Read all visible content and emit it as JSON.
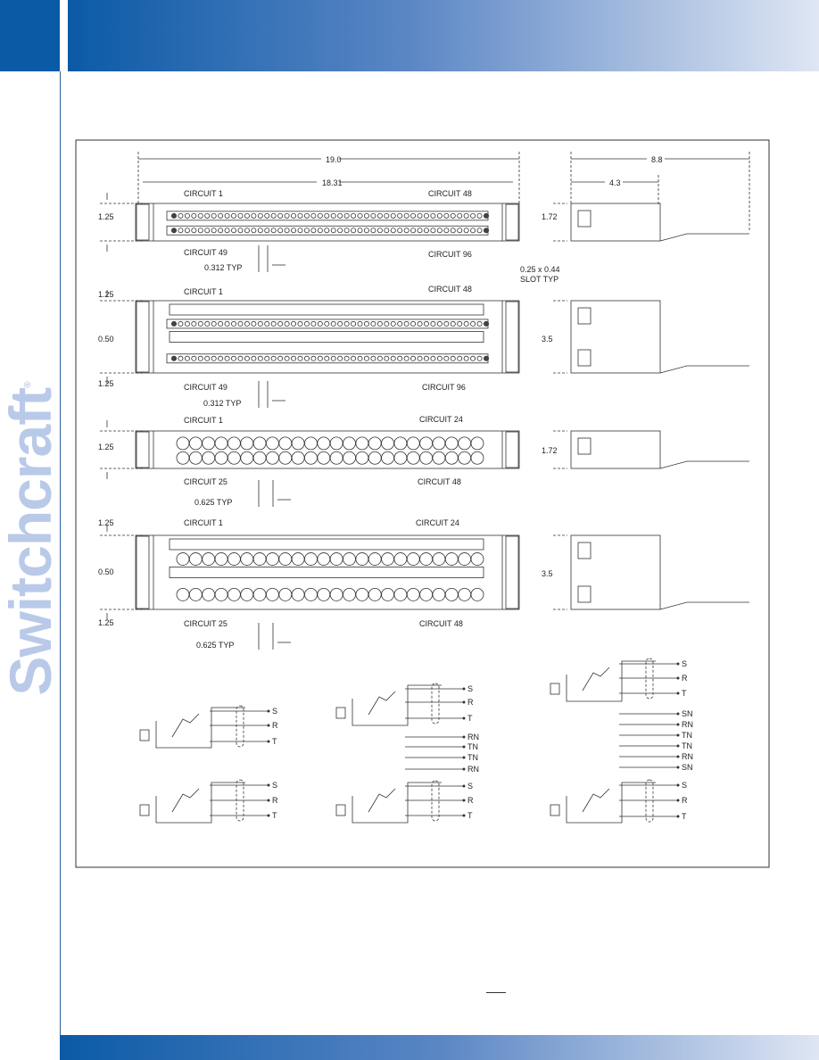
{
  "brand": {
    "name": "Switchcraft",
    "mark": "®"
  },
  "colors": {
    "accent": "#0b5aa6",
    "brand_light": "#b9c9e8",
    "line": "#333333"
  },
  "dimensions": {
    "overall_width": "19.0",
    "mount_width": "18.31",
    "depth_total": "8.8",
    "depth_front": "4.3",
    "slot": "0.25 x 0.44",
    "slot_typ": "SLOT TYP"
  },
  "panels": [
    {
      "height_front": "1.25",
      "side_height": "1.72",
      "circuit_tl": "CIRCUIT 1",
      "circuit_tr": "CIRCUIT 48",
      "circuit_bl": "CIRCUIT 49",
      "circuit_br": "CIRCUIT 96",
      "spacing": "0.312 TYP"
    },
    {
      "height_top": "1.25",
      "gap": "0.50",
      "height_bottom": "1.25",
      "side_height": "3.5",
      "circuit_tl": "CIRCUIT 1",
      "circuit_tr": "CIRCUIT 48",
      "circuit_bl": "CIRCUIT 49",
      "circuit_br": "CIRCUIT 96",
      "spacing": "0.312 TYP"
    },
    {
      "height_front": "1.25",
      "side_height": "1.72",
      "circuit_tl": "CIRCUIT 1",
      "circuit_tr": "CIRCUIT 24",
      "circuit_bl": "CIRCUIT 25",
      "circuit_br": "CIRCUIT 48",
      "spacing": "0.625 TYP"
    },
    {
      "height_top": "1.25",
      "gap": "0.50",
      "height_bottom": "1.25",
      "side_height": "3.5",
      "circuit_tl": "CIRCUIT 1",
      "circuit_tr": "CIRCUIT 24",
      "circuit_bl": "CIRCUIT 25",
      "circuit_br": "CIRCUIT 48",
      "spacing": "0.625 TYP"
    }
  ],
  "schematics": [
    {
      "labels": [
        "S",
        "R",
        "T",
        "S",
        "R",
        "T"
      ]
    },
    {
      "labels": [
        "S",
        "R",
        "T",
        "RN",
        "TN",
        "TN",
        "RN",
        "S",
        "R",
        "T"
      ]
    },
    {
      "labels": [
        "S",
        "R",
        "T",
        "SN",
        "RN",
        "TN",
        "TN",
        "RN",
        "SN",
        "S",
        "R",
        "T"
      ]
    }
  ]
}
